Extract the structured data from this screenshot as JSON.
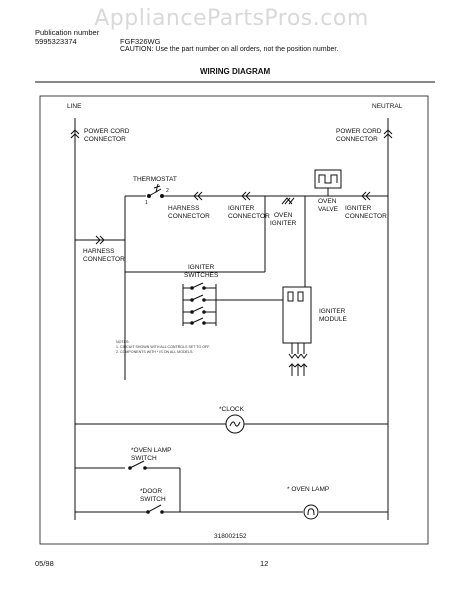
{
  "watermark": "AppliancePartsPros.com",
  "header": {
    "pub_label": "Publication number",
    "pub_number": "5995323374",
    "model": "FGF326WG",
    "caution": "CAUTION: Use the part number on all orders, not the position number."
  },
  "diagram_title": "WIRING DIAGRAM",
  "labels": {
    "line": "LINE",
    "neutral": "NEUTRAL",
    "power_cord_left": [
      "POWER CORD",
      "CONNECTOR"
    ],
    "power_cord_right": [
      "POWER CORD",
      "CONNECTOR"
    ],
    "thermostat": "THERMOSTAT",
    "terminal_1": "1",
    "terminal_2": "2",
    "harness_connector_top": [
      "HARNESS",
      "CONNECTOR"
    ],
    "igniter_connector_left": [
      "IGNITER",
      "CONNECTOR"
    ],
    "oven_igniter": [
      "OVEN",
      "IGNITER"
    ],
    "oven_valve": [
      "OVEN",
      "VALVE"
    ],
    "igniter_connector_right": [
      "IGNITER",
      "CONNECTOR"
    ],
    "harness_connector_left": [
      "HARNESS",
      "CONNECTOR"
    ],
    "igniter_switches": [
      "IGNITER",
      "SWITCHES"
    ],
    "igniter_module": [
      "IGNITER",
      "MODULE"
    ],
    "notes": [
      "NOTES:",
      "1. CIRCUIT SHOWN WITH ALL CONTROLS SET TO OFF.",
      "2. COMPONENTS WITH * IS ON ALL MODELS."
    ],
    "clock": "*CLOCK",
    "oven_lamp_switch": [
      "*OVEN LAMP",
      "SWITCH"
    ],
    "door_switch": [
      "*DOOR",
      "SWITCH"
    ],
    "oven_lamp": "* OVEN LAMP",
    "diagram_number": "318002152"
  },
  "footer": {
    "date": "05/98",
    "page": "12"
  }
}
